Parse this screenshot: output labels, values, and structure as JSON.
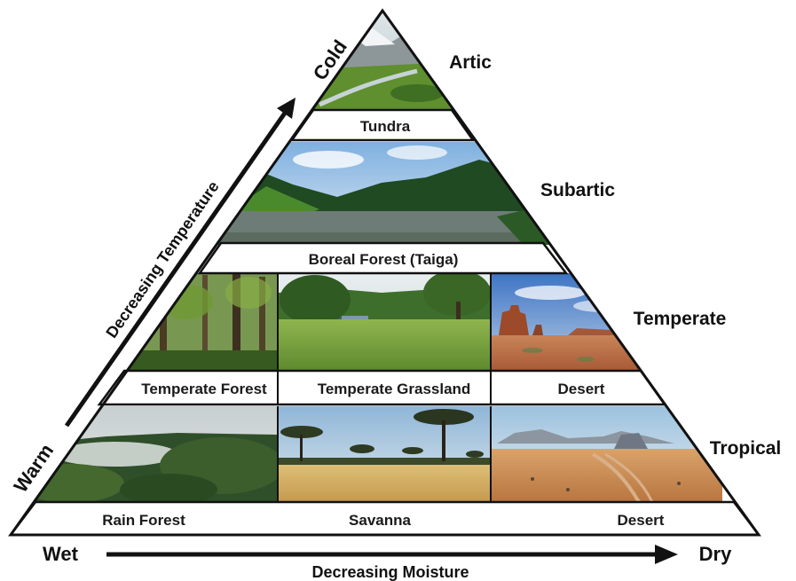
{
  "zones": {
    "artic": "Artic",
    "subartic": "Subartic",
    "temperate": "Temperate",
    "tropical": "Tropical"
  },
  "biomes": {
    "tundra": "Tundra",
    "boreal_forest": "Boreal Forest (Taiga)",
    "temperate_forest": "Temperate Forest",
    "temperate_grassland": "Temperate Grassland",
    "temperate_desert": "Desert",
    "rain_forest": "Rain Forest",
    "savanna": "Savanna",
    "tropical_desert": "Desert"
  },
  "temperature_axis": {
    "title": "Decreasing Temperature",
    "low_end": "Cold",
    "high_end": "Warm"
  },
  "moisture_axis": {
    "title": "Decreasing Moisture",
    "wet_end": "Wet",
    "dry_end": "Dry"
  },
  "colors": {
    "outline": "#111111",
    "sky": "#9fc4e6",
    "forest_green": "#2f5a2a",
    "grass_green": "#6e9a3c",
    "savanna_gold": "#d4b46a",
    "desert_red": "#b5673a",
    "sand": "#c98d55",
    "water": "#6b7d80",
    "snow": "#e8ecef"
  }
}
